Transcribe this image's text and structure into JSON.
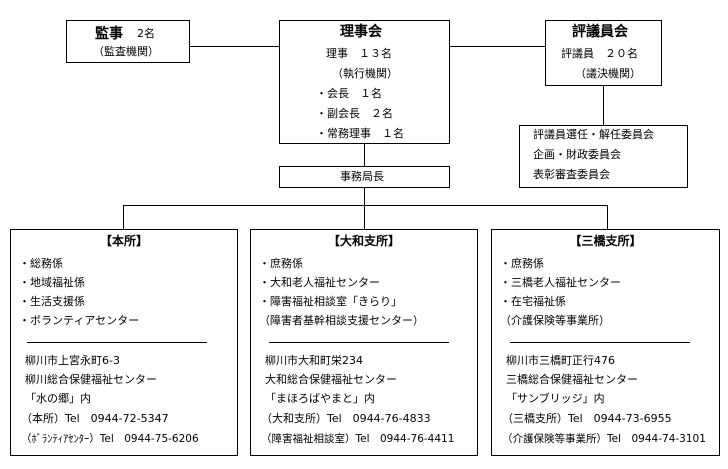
{
  "auditor": {
    "title": "監事",
    "count": "2名",
    "role": "（監査機関）"
  },
  "board": {
    "title": "理事会",
    "count": "理事　１３名",
    "role": "（執行機関）",
    "members": [
      "・会長　１名",
      "・副会長　２名",
      "・常務理事　１名"
    ]
  },
  "council": {
    "title": "評議員会",
    "count": "評議員　２０名",
    "role": "（議決機関）"
  },
  "committees": [
    "評議員選任・解任委員会",
    "企画・財政委員会",
    "表彰審査委員会"
  ],
  "secretariat": {
    "label": "事務局長"
  },
  "offices": [
    {
      "title": "【本所】",
      "items": [
        "・総務係",
        "・地域福祉係",
        "・生活支援係",
        "・ボランティアセンター"
      ],
      "address": [
        "柳川市上宮永町6-3",
        "柳川総合保健福祉センター",
        "「水の郷」内",
        "（本所）Tel　0944-72-5347",
        "（ﾎﾞﾗﾝﾃｨｱｾﾝﾀｰ）Tel　0944-75-6206"
      ]
    },
    {
      "title": "【大和支所】",
      "items": [
        "・庶務係",
        "・大和老人福祉センター",
        "・障害福祉相談室「きらり」",
        "（障害者基幹相談支援センター）"
      ],
      "address": [
        "柳川市大和町栄234",
        "大和総合保健福祉センター",
        "「まほろばやまと」内",
        "（大和支所）Tel　0944-76-4833",
        "（障害福祉相談室）Tel　0944-76-4411"
      ]
    },
    {
      "title": "【三橋支所】",
      "items": [
        "・庶務係",
        "・三橋老人福祉センター",
        "・在宅福祉係",
        "（介護保険等事業所）"
      ],
      "address": [
        "柳川市三橋町正行476",
        "三橋総合保健福祉センター",
        "「サンブリッジ」内",
        "（三橋支所）Tel　0944-73-6955",
        "（介護保険等事業所）Tel　0944-74-3101"
      ]
    }
  ]
}
